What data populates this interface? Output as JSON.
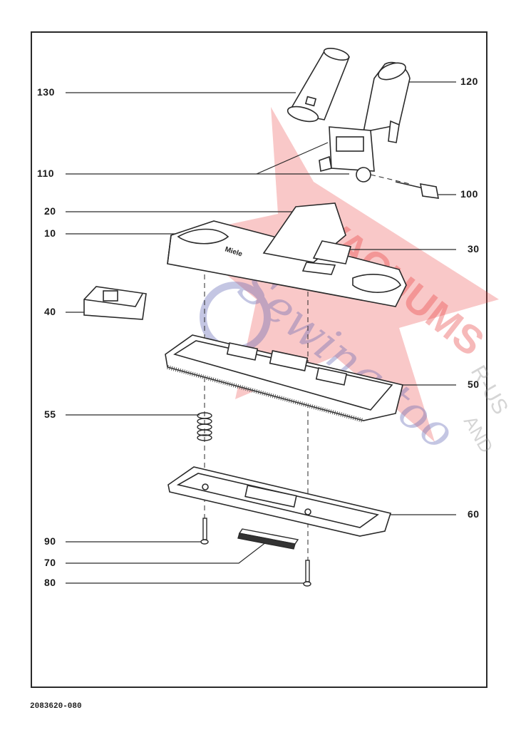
{
  "callouts": {
    "c130": "130",
    "c120": "120",
    "c110": "110",
    "c100": "100",
    "c20": "20",
    "c10": "10",
    "c30": "30",
    "c40": "40",
    "c50": "50",
    "c55": "55",
    "c60": "60",
    "c90": "90",
    "c70": "70",
    "c80": "80"
  },
  "brand_mark": "Miele",
  "watermark": {
    "line1": "VACUUMS",
    "line2": "Sewing too",
    "line3": "R-US",
    "line4": "AND"
  },
  "document_number": "2083620-080",
  "colors": {
    "line": "#2a2a2a",
    "watermark_red": "#e83a3a",
    "watermark_blue": "#5a5fb0"
  }
}
